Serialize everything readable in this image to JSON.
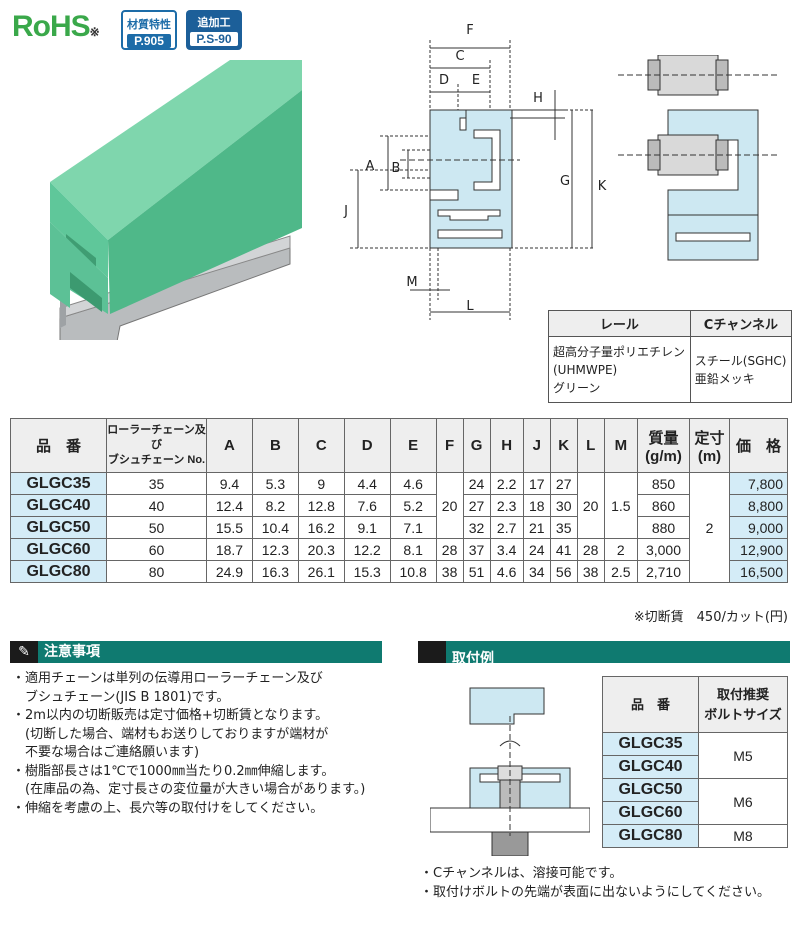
{
  "badges": {
    "rohs": "RoHS",
    "rohs_mark": "※",
    "material_line1": "材質特性",
    "material_line2": "P.905",
    "process_line1": "追加工",
    "process_line2": "P.S-90"
  },
  "dimension_labels": {
    "F": "F",
    "C": "C",
    "D": "D",
    "E": "E",
    "H": "H",
    "A": "A",
    "B": "B",
    "G": "G",
    "K": "K",
    "J": "J",
    "M": "M",
    "L": "L"
  },
  "material_table": {
    "header_rail": "レール",
    "header_channel": "Cチャンネル",
    "rail_lines": [
      "超高分子量ポリエチレン",
      "(UHMWPE)",
      "グリーン"
    ],
    "channel_lines": [
      "スチール(SGHC)",
      "亜鉛メッキ"
    ]
  },
  "spec_table": {
    "headers": {
      "part": "品　番",
      "chain_line1": "ローラーチェーン及び",
      "chain_line2": "ブシュチェーン No.",
      "A": "A",
      "B": "B",
      "C": "C",
      "D": "D",
      "E": "E",
      "F": "F",
      "G": "G",
      "H": "H",
      "J": "J",
      "K": "K",
      "L": "L",
      "M": "M",
      "mass_line1": "質量",
      "mass_line2": "(g/m)",
      "length_line1": "定寸",
      "length_line2": "(m)",
      "price": "価　格"
    },
    "rows": [
      {
        "part": "GLGC35",
        "chain": "35",
        "A": "9.4",
        "B": "5.3",
        "C": "9",
        "D": "4.4",
        "E": "4.6",
        "G": "24",
        "H": "2.2",
        "J": "17",
        "K": "27",
        "mass": "850",
        "price": "7,800"
      },
      {
        "part": "GLGC40",
        "chain": "40",
        "A": "12.4",
        "B": "8.2",
        "C": "12.8",
        "D": "7.6",
        "E": "5.2",
        "G": "27",
        "H": "2.3",
        "J": "18",
        "K": "30",
        "mass": "860",
        "price": "8,800"
      },
      {
        "part": "GLGC50",
        "chain": "50",
        "A": "15.5",
        "B": "10.4",
        "C": "16.2",
        "D": "9.1",
        "E": "7.1",
        "G": "32",
        "H": "2.7",
        "J": "21",
        "K": "35",
        "mass": "880",
        "price": "9,000"
      },
      {
        "part": "GLGC60",
        "chain": "60",
        "A": "18.7",
        "B": "12.3",
        "C": "20.3",
        "D": "12.2",
        "E": "8.1",
        "G": "37",
        "H": "3.4",
        "J": "24",
        "K": "41",
        "mass": "3,000",
        "price": "12,900"
      },
      {
        "part": "GLGC80",
        "chain": "80",
        "A": "24.9",
        "B": "16.3",
        "C": "26.1",
        "D": "15.3",
        "E": "10.8",
        "G": "51",
        "H": "4.6",
        "J": "34",
        "K": "56",
        "mass": "2,710",
        "price": "16,500"
      }
    ],
    "merged": {
      "F_1_3": "20",
      "F_4": "28",
      "F_5": "38",
      "L_1_3": "20",
      "L_4": "28",
      "L_5": "38",
      "M_1_3": "1.5",
      "M_4": "2",
      "M_5": "2.5",
      "length": "2"
    },
    "cut_fee": "※切断賃　450/カット(円)"
  },
  "caution": {
    "title": "注意事項",
    "items": [
      "・適用チェーンは単列の伝導用ローラーチェーン及び",
      "　ブシュチェーン(JIS B 1801)です。",
      "・2m以内の切断販売は定寸価格+切断賃となります。",
      "　(切断した場合、端材もお送りしておりますが端材が",
      "　不要な場合はご連絡願います)",
      "・樹脂部長さは1℃で1000㎜当たり0.2㎜伸縮します。",
      "　(在庫品の為、定寸長さの変位量が大きい場合があります。)",
      "・伸縮を考慮の上、長穴等の取付けをしてください。"
    ]
  },
  "mounting": {
    "title": "取付例",
    "table": {
      "header_part": "品　番",
      "header_bolt_line1": "取付推奨",
      "header_bolt_line2": "ボルトサイズ",
      "rows": [
        {
          "part": "GLGC35"
        },
        {
          "part": "GLGC40"
        },
        {
          "part": "GLGC50"
        },
        {
          "part": "GLGC60"
        },
        {
          "part": "GLGC80"
        }
      ],
      "bolt_m5": "M5",
      "bolt_m6": "M6",
      "bolt_m8": "M8"
    },
    "notes": [
      "・Cチャンネルは、溶接可能です。",
      "・取付けボルトの先端が表面に出ないようにしてください。"
    ]
  },
  "colors": {
    "rail_green": "#5fc79a",
    "rail_light": "#cde8f2",
    "header_teal": "#0f7a70",
    "part_cell": "#d4ecf7",
    "rohs_green": "#3aa84a"
  }
}
